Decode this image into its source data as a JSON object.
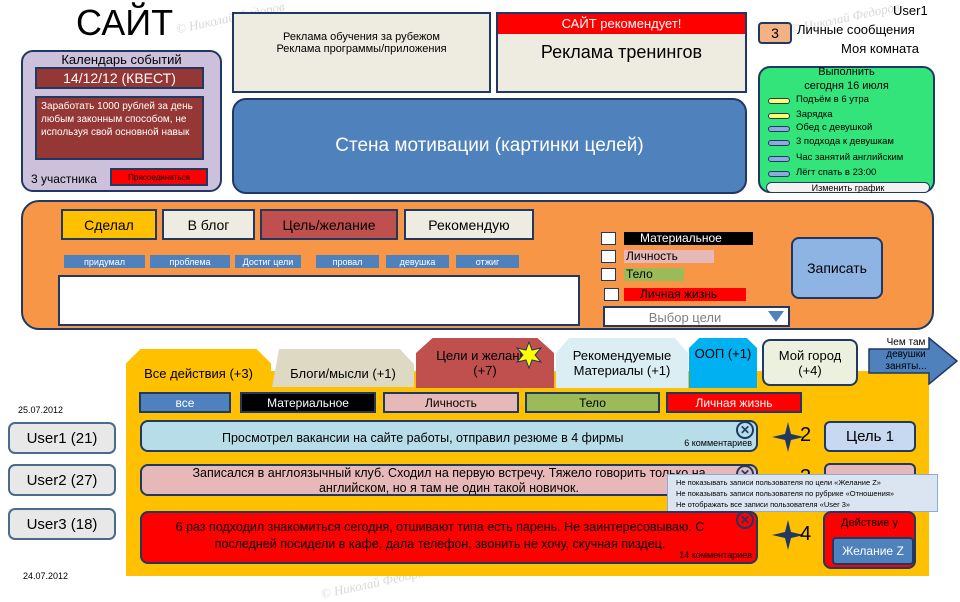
{
  "site": {
    "title": "САЙТ"
  },
  "user_menu": {
    "username": "User1",
    "messages_count": "3",
    "messages_label": "Личные сообщения",
    "my_room": "Моя комната"
  },
  "ads": {
    "study_line1": "Реклама обучения  за рубежом",
    "study_line2": "Реклама программы/приложения",
    "recommend_header": "САЙТ рекомендует!",
    "recommend_text": "Реклама тренингов"
  },
  "calendar": {
    "title": "Календарь событий",
    "date_event": "14/12/12 (КВЕСТ)",
    "description": "Заработать 1000 рублей за день любым законным способом, не используя свой основной навык",
    "participants": "3 участника",
    "join_label": "Присоединиться"
  },
  "motivation_wall": {
    "label": "Стена мотивации (картинки целей)"
  },
  "schedule": {
    "title_line1": "Выполнить",
    "title_line2": "сегодня 16 июля",
    "items": [
      {
        "text": "Подъём в 6 утра",
        "color": "#ffff66"
      },
      {
        "text": "Зарядка",
        "color": "#ffff66"
      },
      {
        "text": "Обед с девушкой",
        "color": "#8ea9db"
      },
      {
        "text": "3 подхода к девушкам",
        "color": "#8ea9db"
      },
      {
        "text": "Час занятий английским",
        "color": "#8ea9db"
      },
      {
        "text": "Лёгт спать в 23:00",
        "color": "#8ea9db"
      }
    ],
    "change_label": "Изменить график"
  },
  "composer": {
    "type_buttons": [
      "Сделал",
      "В блог",
      "Цель/желание",
      "Рекомендую"
    ],
    "tags": [
      "придумал",
      "проблема",
      "Достиг цели",
      "провал",
      "девушка",
      "отжиг"
    ],
    "categories": [
      {
        "label": "Материальное",
        "color": "#000000",
        "text_color": "#ffffff"
      },
      {
        "label": "Личность",
        "color": "#e6b8b7",
        "text_color": "#000000"
      },
      {
        "label": "Тело",
        "color": "#9bbb59",
        "text_color": "#000000"
      },
      {
        "label": "Личная жизнь",
        "color": "#ff0000",
        "text_color": "#000000"
      }
    ],
    "goal_select_placeholder": "Выбор цели",
    "submit_label": "Записать"
  },
  "tabs": {
    "items": [
      "Все действия (+3)",
      "Блоги/мысли (+1)",
      "Цели  и желания (+7)",
      "Рекомендуемые Материалы (+1)",
      "ООП (+1)",
      "Мой город (+4)"
    ],
    "arrow_label": "Чем там девушки заняты..."
  },
  "filters": [
    "все",
    "Материальное",
    "Личность",
    "Тело",
    "Личная жизнь"
  ],
  "dates": {
    "top": "25.07.2012",
    "bottom": "24.07.2012"
  },
  "users": [
    "User1 (21)",
    "User2 (27)",
    "User3 (18)"
  ],
  "posts": [
    {
      "text": "Просмотрел вакансии на сайте работы, отправил резюме в 4 фирмы",
      "comments": "6 комментариев",
      "count": "2",
      "goal": "Цель 1"
    },
    {
      "text": "Записался в англоязычный клуб. Сходил на первую встречу.  Тяжело говорить только на английском, но я там не один такой новичок.",
      "comments": "",
      "count": "3",
      "goal": ""
    },
    {
      "text": "6 раз подходил знакомиться сегодня, отшивают типа есть парень. Не заинтересовываю. С последней посидели в кафе, дала телефон, звонить не хочу, скучная пиздец.",
      "comments": "14 комментариев",
      "count": "4",
      "goal": "Действие у",
      "goal2": "Желание Z"
    }
  ],
  "context_menu": [
    "Не показывать  записи пользователя  по цели «Желание Z»",
    "Не показывать  записи пользователя  по рубрике «Отношения»",
    "Не отображать  все записи пользователя «User 3»"
  ],
  "watermark": {
    "text": "© Николай Федоров"
  }
}
